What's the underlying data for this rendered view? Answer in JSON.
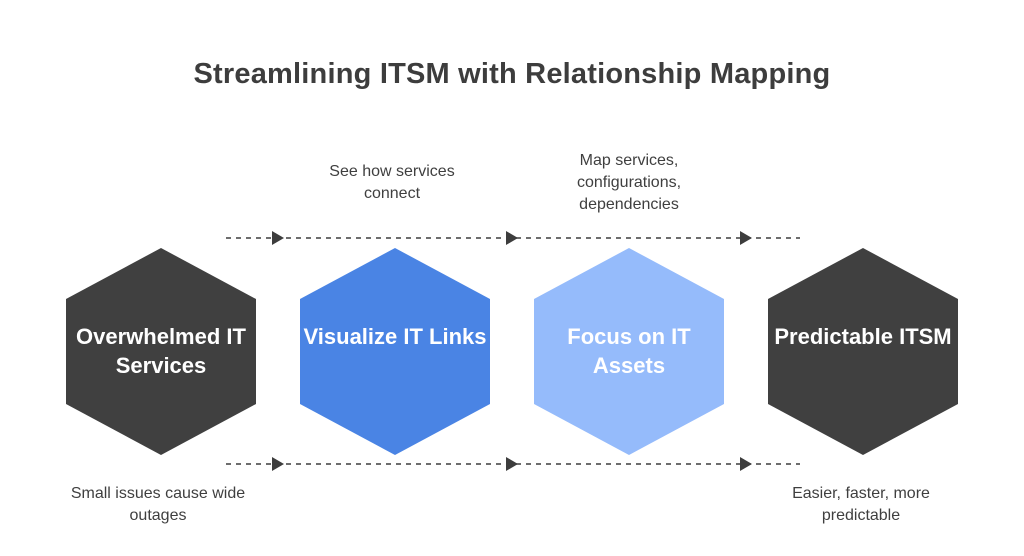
{
  "title": "Streamlining ITSM with Relationship Mapping",
  "steps": [
    {
      "label": "Overwhelmed IT Services",
      "color": "#404040"
    },
    {
      "label": "Visualize IT Links",
      "color": "#4a84e4"
    },
    {
      "label": "Focus on IT Assets",
      "color": "#95bbfb"
    },
    {
      "label": "Predictable ITSM",
      "color": "#404040"
    }
  ],
  "top_notes": [
    "See how services connect",
    "Map services, configurations, dependencies"
  ],
  "bottom_notes": [
    "Small issues cause wide outages",
    "Easier, faster, more predictable"
  ]
}
